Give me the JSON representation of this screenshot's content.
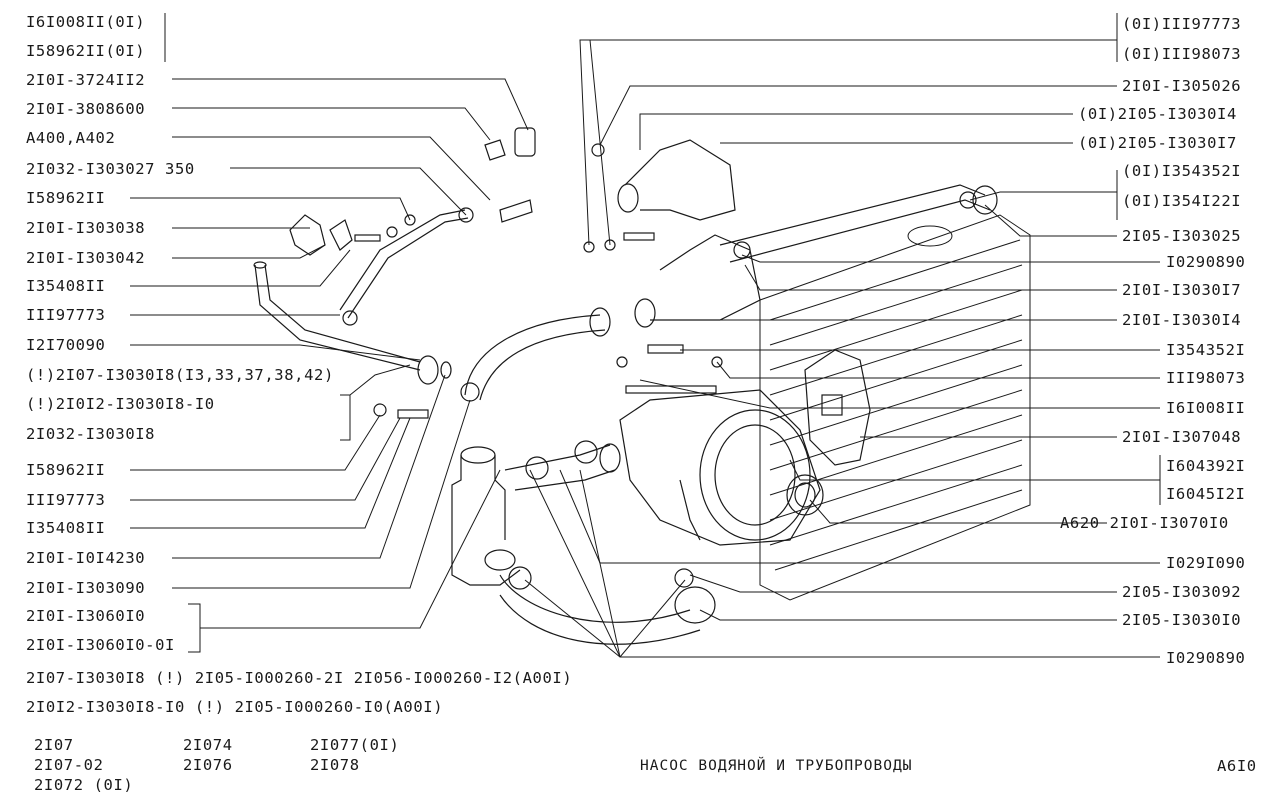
{
  "left_labels": [
    "I6I008II(0I)",
    "I58962II(0I)",
    "2I0I-3724II2",
    "2I0I-3808600",
    "A400,A402",
    "2I032-I303027 350",
    "I58962II",
    "2I0I-I303038",
    "2I0I-I303042",
    "I35408II",
    "III97773",
    "I2I70090",
    "(!)2I07-I3030I8(I3,33,37,38,42)",
    "(!)2I0I2-I3030I8-I0",
    "2I032-I3030I8",
    "I58962II",
    "III97773",
    "I35408II",
    "2I0I-I0I4230",
    "2I0I-I303090",
    "2I0I-I3060I0",
    "2I0I-I3060I0-0I"
  ],
  "right_labels": [
    "(0I)III97773",
    "(0I)III98073",
    "2I0I-I305026",
    "(0I)2I05-I3030I4",
    "(0I)2I05-I3030I7",
    "(0I)I354352I",
    "(0I)I354I22I",
    "2I05-I303025",
    "I0290890",
    "2I0I-I3030I7",
    "2I0I-I3030I4",
    "I354352I",
    "III98073",
    "I6I008II",
    "2I0I-I307048",
    "I604392I",
    "I6045I2I",
    "A620 2I0I-I3070I0",
    "I029I090",
    "2I05-I303092",
    "2I05-I3030I0",
    "I0290890"
  ],
  "footer_lines": [
    "2I07-I3030I8 (!) 2I05-I000260-2I 2I056-I000260-I2(A00I)",
    "2I0I2-I3030I8-I0 (!) 2I05-I000260-I0(A00I)"
  ],
  "models": [
    "2I07",
    "2I07-02",
    "2I072  (0I)",
    "2I074",
    "2I076",
    "2I077(0I)",
    "2I078"
  ],
  "title": "НАСОС  ВОДЯНОЙ  И  ТРУБОПРОВОДЫ",
  "sheet_code": "A6I0"
}
